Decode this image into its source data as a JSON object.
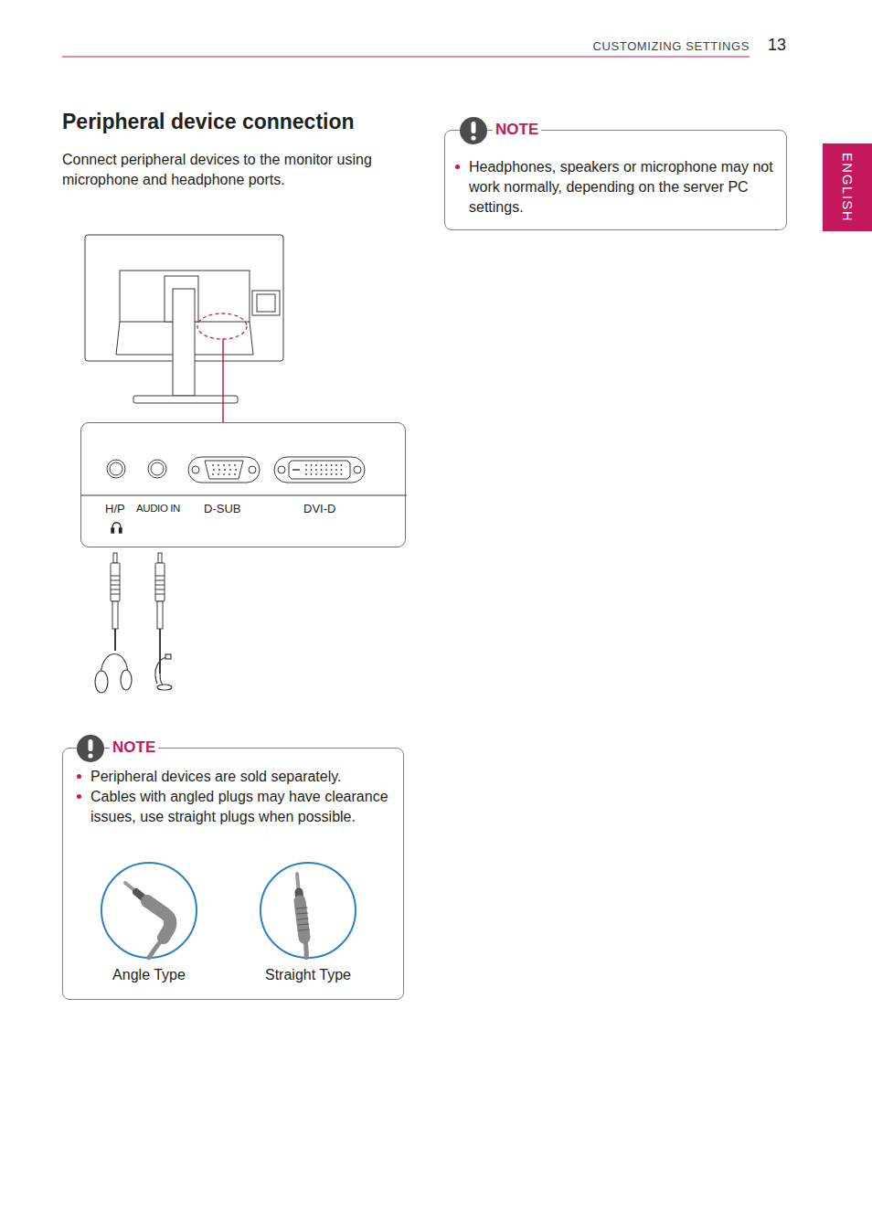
{
  "diagram": {
    "title": "Peripheral device connection",
    "nodes": [
      {
        "text": [
          "H/P",
          "AUDIO IN",
          "D-SUB",
          "DVI-D"
        ]
      },
      {
        "text": [
          "NOTE",
          "Peripheral devices are sold separately.",
          "Cables with angled plugs may have clearance issues, use straight plugs when possible."
        ]
      },
      {
        "text": [
          "Angle Type"
        ],
        "in": 1
      },
      {
        "text": [
          "Straight Type"
        ],
        "in": 1
      },
      {
        "text": [
          "NOTE",
          "Headphones, speakers or microphone may not work normally, depending on the server PC settings."
        ]
      }
    ],
    "labels": [
      "CUSTOMIZING SETTINGS",
      "13",
      "ENGLISH",
      "Connect peripheral devices to the monitor using microphone and headphone ports."
    ]
  }
}
